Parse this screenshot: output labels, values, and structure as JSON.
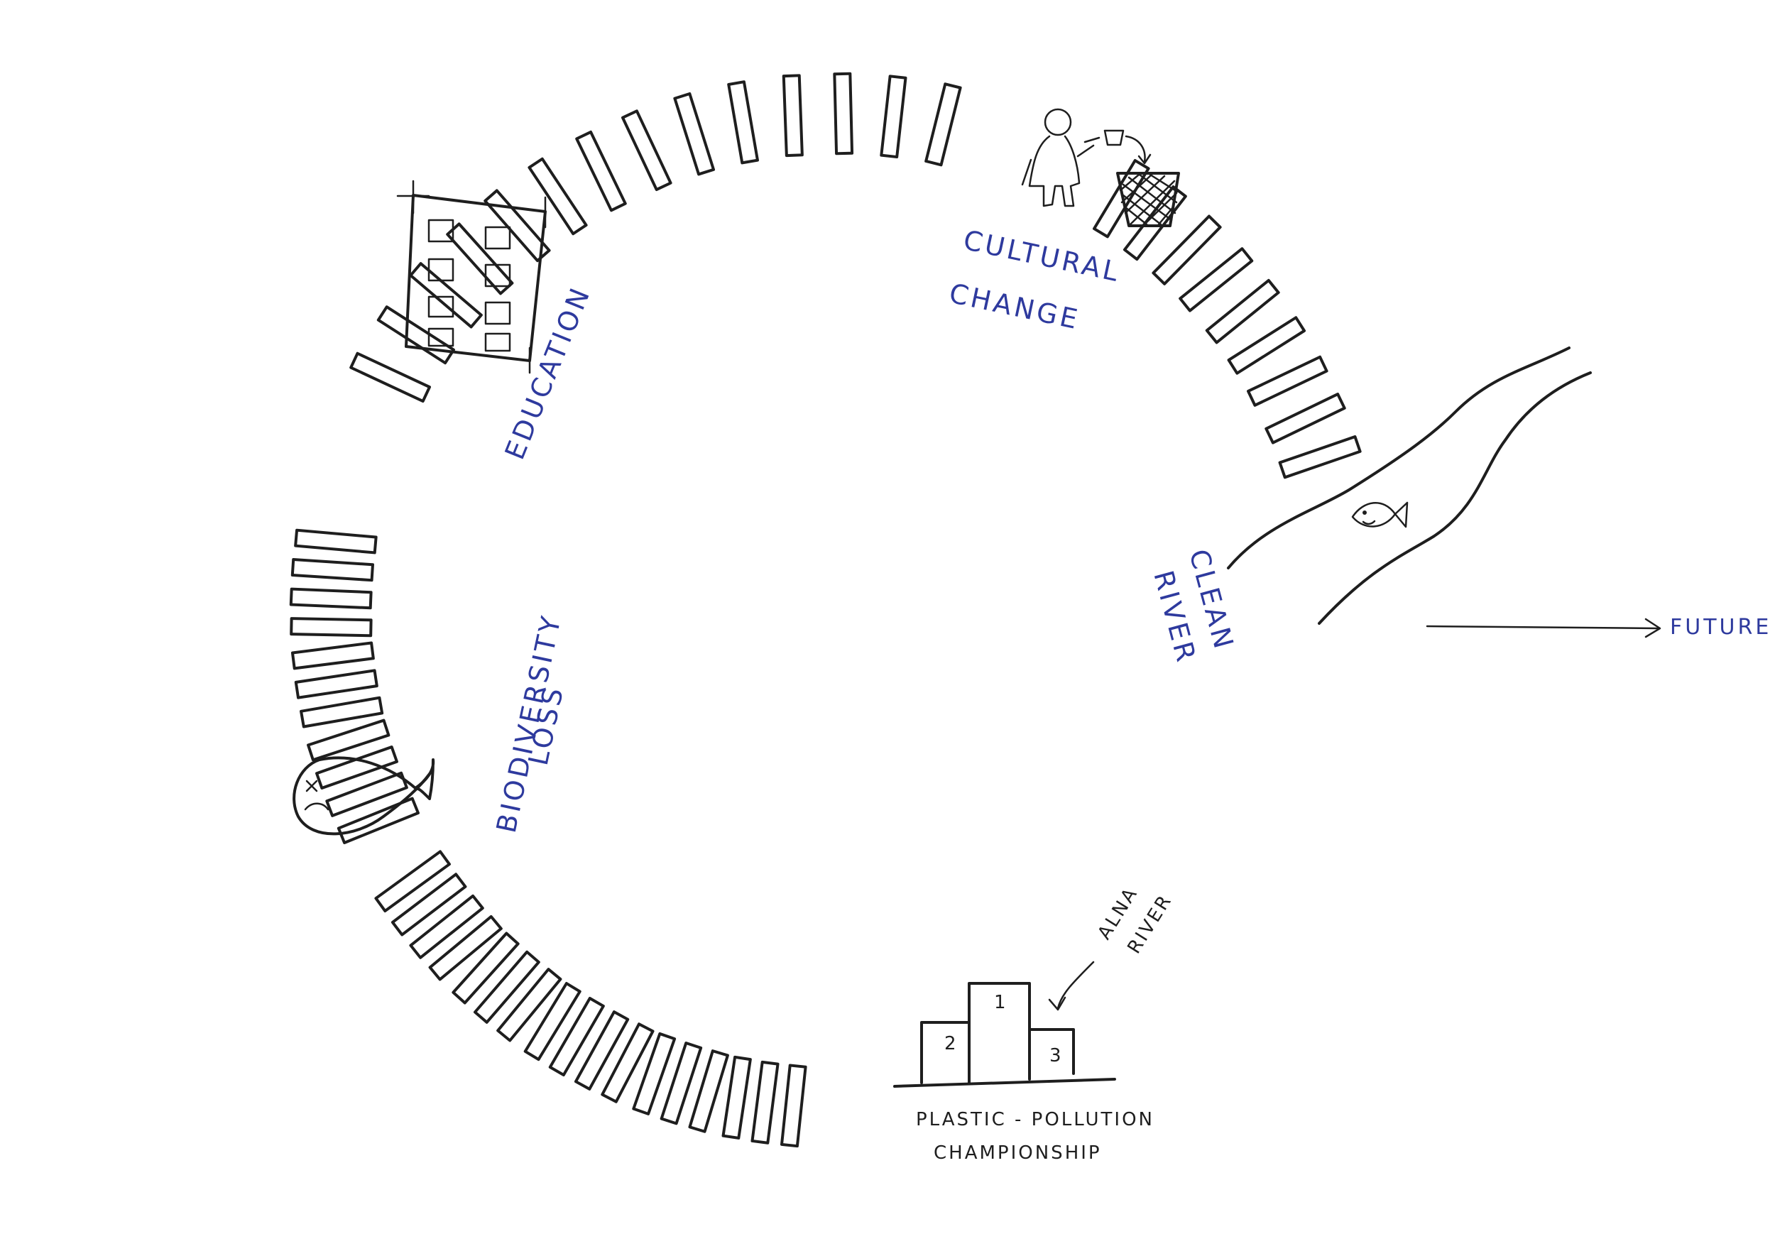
{
  "labels": {
    "cultural": "CULTURAL",
    "change": "CHANGE",
    "education": "EDUCATION",
    "biodiversity": "BIODIVERSITY",
    "loss": "LOSS",
    "clean": "CLEAN",
    "river": "RIVER",
    "future": "FUTURE",
    "alna": "ALNA",
    "alna_river": "RIVER",
    "championship_line1": "PLASTIC - POLLUTION",
    "championship_line2": "CHAMPIONSHIP"
  },
  "podium": {
    "first": "1",
    "second": "2",
    "third": "3"
  },
  "colors": {
    "ink": "#1e1e1e",
    "blue_ink": "#2e3a9e"
  },
  "icons": [
    "building-icon",
    "person-icon",
    "cup-icon",
    "trash-basket-icon",
    "river-icon",
    "happy-fish-icon",
    "dead-fish-icon",
    "podium-icon",
    "arrow-right-icon"
  ]
}
